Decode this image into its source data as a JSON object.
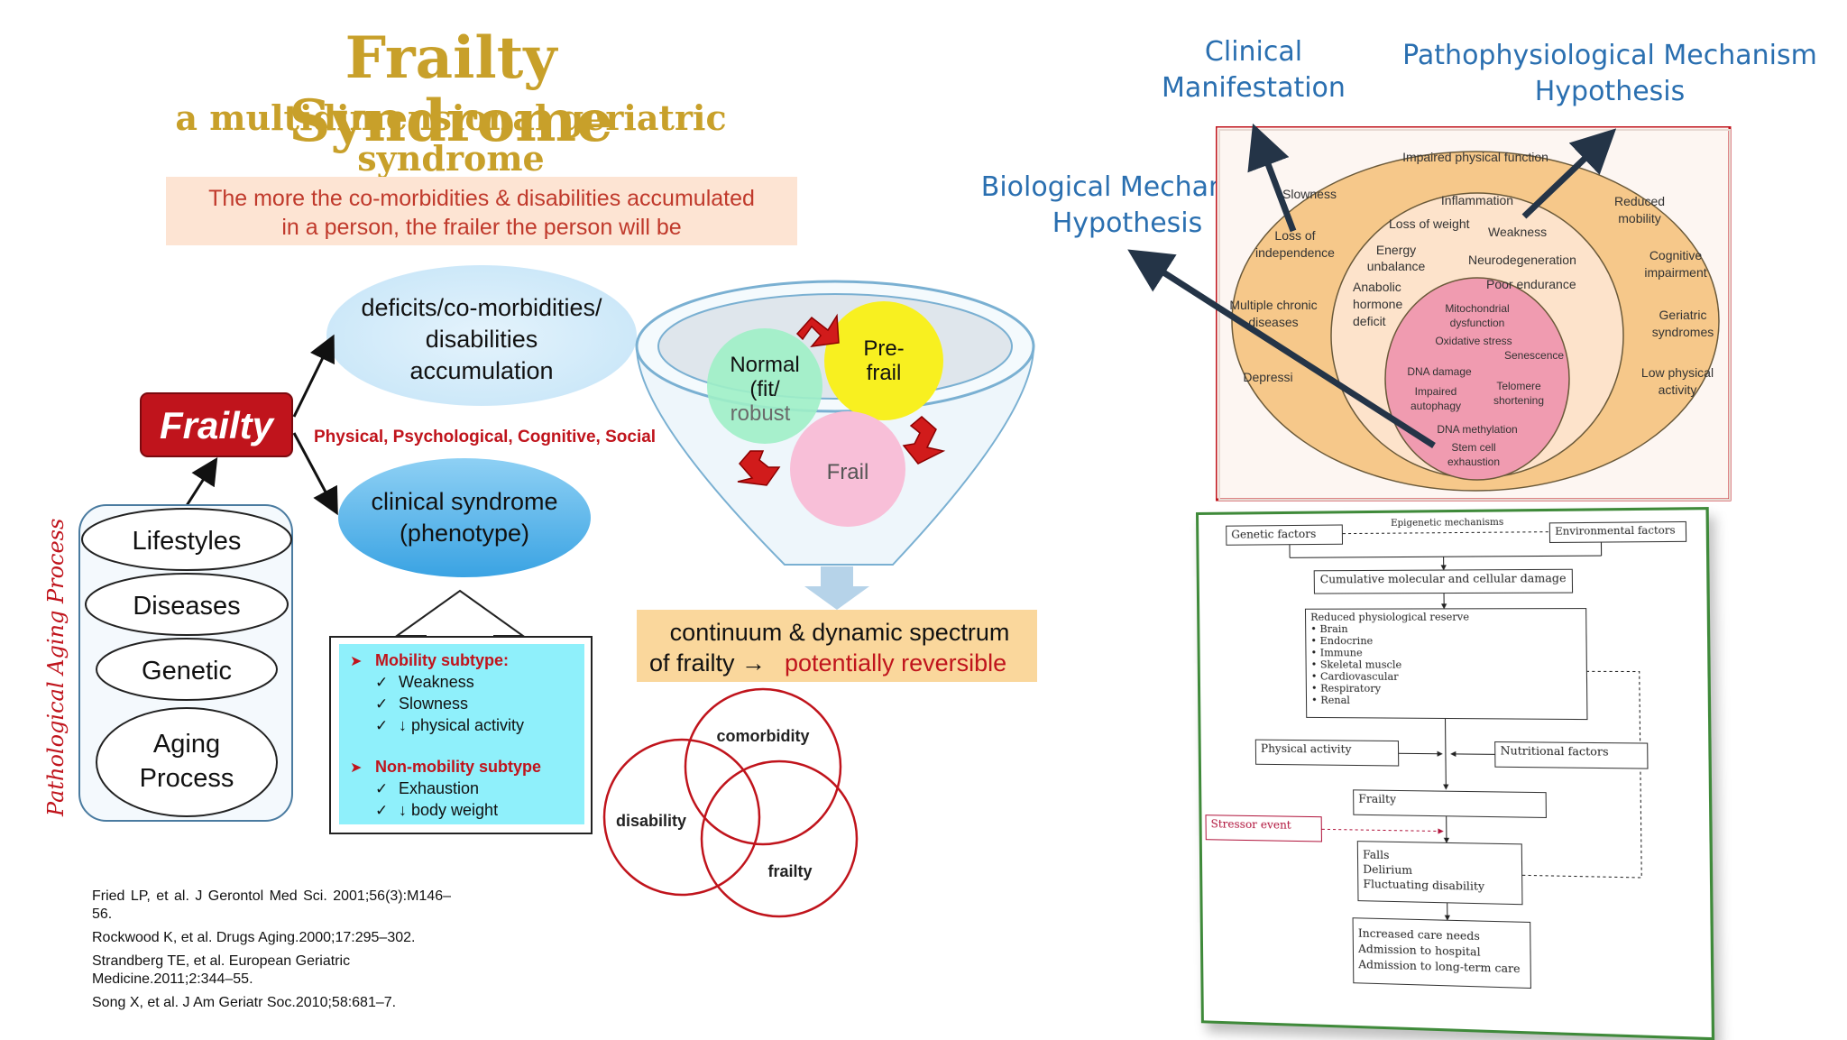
{
  "header": {
    "title": "Frailty Syndrome",
    "subtitle": "a multidimensional geriatric syndrome"
  },
  "note": {
    "line1": "The more the co-morbidities & disabilities accumulated",
    "line2": "in a person, the frailer the person will be"
  },
  "left_diagram": {
    "frailty_label": "Frailty",
    "dimensions": "Physical, Psychological, Cognitive, Social",
    "deficits": [
      "deficits/co-morbidities/",
      "disabilities",
      "accumulation"
    ],
    "clinical": [
      "clinical syndrome",
      "(phenotype)"
    ],
    "cylinder": [
      "Lifestyles",
      "Diseases",
      "Genetic",
      "Aging",
      "Process"
    ],
    "vertical_label": "Pathological Aging Process",
    "subtypes": {
      "mobility_title": "Mobility subtype:",
      "mobility_items": [
        "Weakness",
        "Slowness",
        "↓ physical activity"
      ],
      "nonmobility_title": "Non-mobility subtype",
      "nonmobility_items": [
        "Exhaustion",
        "↓ body weight"
      ]
    }
  },
  "funnel": {
    "normal": [
      "Normal",
      "(fit/",
      "robust"
    ],
    "prefrail": [
      "Pre-",
      "frail"
    ],
    "frail": "Frail",
    "continuum_line1": "continuum & dynamic spectrum",
    "continuum_line2a": "of frailty →",
    "continuum_line2b": "potentially reversible"
  },
  "venn": {
    "comorbidity": "comorbidity",
    "disability": "disability",
    "frailty": "frailty"
  },
  "references": [
    "Fried LP, et al. J Gerontol Med Sci. 2001;56(3):M146–56.",
    "Rockwood K, et al. Drugs Aging.2000;17:295–302.",
    "Strandberg TE, et al. European Geriatric Medicine.2011;2:344–55.",
    "Song X, et al. J Am Geriatr Soc.2010;58:681–7."
  ],
  "right_labels": {
    "clinical": [
      "Clinical",
      "Manifestation"
    ],
    "patho": [
      "Pathophysiological Mechanism",
      "Hypothesis"
    ],
    "bio": [
      "Biological Mechanism",
      "Hypothesis"
    ]
  },
  "layers": {
    "outer_top": "Impaired physical function",
    "outer": [
      "Slowness",
      "Loss of",
      "independence",
      "Multiple chronic",
      "diseases",
      "Depressi",
      "Reduced",
      "mobility",
      "Cognitive",
      "impairment",
      "Geriatric",
      "syndromes",
      "Low physical",
      "activity"
    ],
    "middle": [
      "Inflammation",
      "Loss of weight",
      "Weakness",
      "Energy",
      "unbalance",
      "Neurodegeneration",
      "Anabolic",
      "hormone",
      "deficit",
      "Poor endurance"
    ],
    "inner": [
      "Mitochondrial",
      "dysfunction",
      "Oxidative stress",
      "Senescence",
      "DNA damage",
      "Impaired",
      "autophagy",
      "Telomere",
      "shortening",
      "DNA methylation",
      "Stem cell",
      "exhaustion"
    ]
  },
  "flowchart": {
    "genetic": "Genetic factors",
    "epigenetic": "Epigenetic mechanisms",
    "environmental": "Environmental factors",
    "cumulative": "Cumulative molecular and cellular damage",
    "reserve_title": "Reduced physiological reserve",
    "reserve_items": [
      "• Brain",
      "• Endocrine",
      "• Immune",
      "• Skeletal muscle",
      "• Cardiovascular",
      "• Respiratory",
      "• Renal"
    ],
    "physical": "Physical activity",
    "nutritional": "Nutritional factors",
    "frailty": "Frailty",
    "stressor": "Stressor event",
    "outcomes": [
      "Falls",
      "Delirium",
      "Fluctuating disability"
    ],
    "care": [
      "Increased care needs",
      "Admission to hospital",
      "Admission to long-term care"
    ]
  }
}
